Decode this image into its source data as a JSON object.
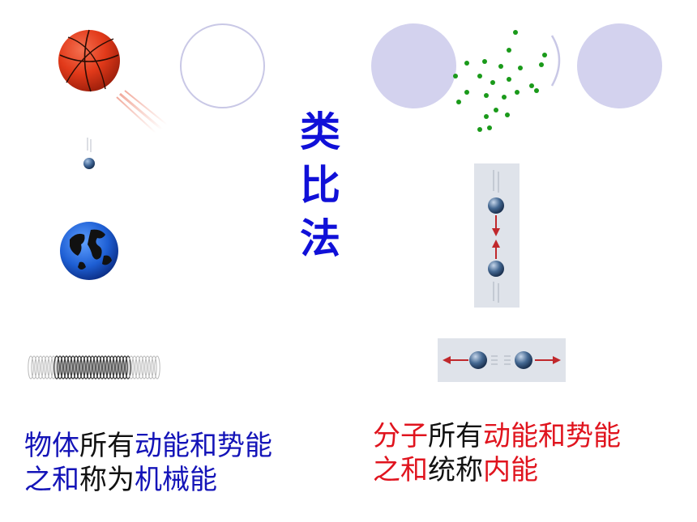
{
  "title": {
    "chars": [
      "类",
      "比",
      "法"
    ],
    "color": "#1010d8"
  },
  "colors": {
    "ring_outline": "#c9c8e6",
    "ring_fill": "#d3d2ee",
    "molecule": "#1a9a1a",
    "arrow": "#c0282c",
    "panel": "#dfe3ea",
    "basketball": "#e23a1a",
    "earth_ocean": "#1e5fd4"
  },
  "captions": {
    "left": {
      "line1": [
        {
          "text": "物体",
          "color": "#1414b8"
        },
        {
          "text": "所有",
          "color": "#111111"
        },
        {
          "text": "动能和势能",
          "color": "#1414b8"
        }
      ],
      "line2": [
        {
          "text": "之和",
          "color": "#1414b8"
        },
        {
          "text": "称为",
          "color": "#111111"
        },
        {
          "text": "机械能",
          "color": "#1414b8"
        }
      ]
    },
    "right": {
      "line1": [
        {
          "text": "分子",
          "color": "#e0141e"
        },
        {
          "text": "所有",
          "color": "#111111"
        },
        {
          "text": "动能和势能",
          "color": "#e0141e"
        }
      ],
      "line2": [
        {
          "text": "之和",
          "color": "#e0141e"
        },
        {
          "text": "统称",
          "color": "#111111"
        },
        {
          "text": "内能",
          "color": "#e0141e"
        }
      ]
    }
  },
  "icons": {
    "basketball": "basketball-icon",
    "small_ball": "falling-ball-icon",
    "earth": "globe-icon",
    "spring": "spring-icon",
    "molecules": "molecule-cloud-icon",
    "vertical_pair": "molecule-pair-vertical-icon",
    "horizontal_pair": "molecule-pair-horizontal-icon"
  }
}
